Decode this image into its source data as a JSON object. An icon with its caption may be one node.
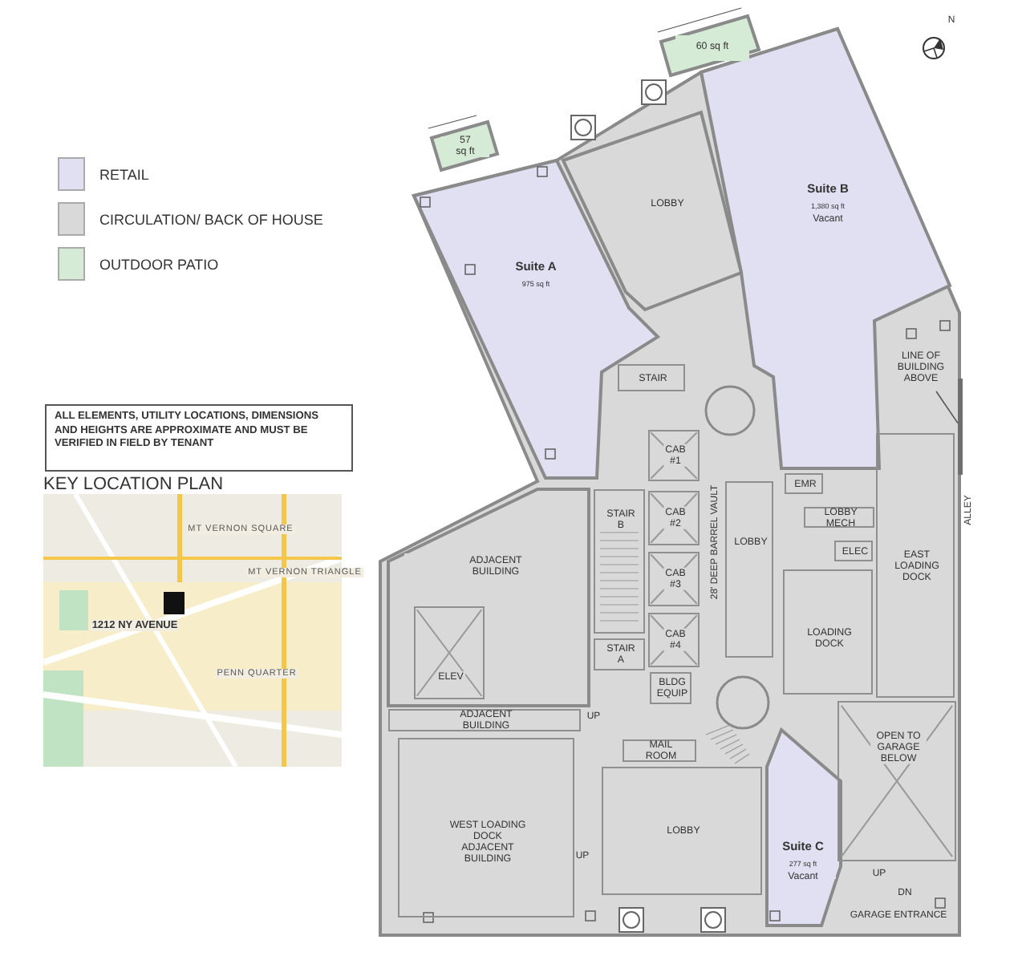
{
  "diagram": {
    "nodes": [
      {
        "text": [
          "ALL ELEMENTS, UTILITY LOCATIONS, DIMENSIONS AND HEIGHTS ARE APPROXIMATE AND MUST BE VERIFIED IN FIELD BY TENANT"
        ]
      },
      {
        "text": [
          "60 sq ft"
        ]
      },
      {
        "text": [
          "57 sq ft"
        ]
      },
      {
        "text": [
          "Suite B",
          "1,380 sq ft",
          "Vacant"
        ]
      },
      {
        "text": [
          "LOBBY"
        ]
      },
      {
        "text": [
          "Suite A",
          "975 sq ft"
        ]
      },
      {
        "text": [
          "STAIR"
        ]
      },
      {
        "text": [
          "LINE OF BUILDING ABOVE"
        ]
      },
      {
        "text": [
          "EAST LOADING DOCK"
        ]
      },
      {
        "text": [
          "CAB #1"
        ]
      },
      {
        "text": [
          "EMR"
        ]
      },
      {
        "text": [
          "STAIR B"
        ]
      },
      {
        "text": [
          "CAB #2"
        ]
      },
      {
        "text": [
          "LOBBY"
        ]
      },
      {
        "text": [
          "LOBBY MECH"
        ]
      },
      {
        "text": [
          "ELEC"
        ]
      },
      {
        "text": [
          "ADJACENT BUILDING"
        ]
      },
      {
        "text": [
          "CAB #3"
        ]
      },
      {
        "text": [
          "CAB #4"
        ]
      },
      {
        "text": [
          "LOADING DOCK"
        ]
      },
      {
        "text": [
          "STAIR A"
        ]
      },
      {
        "text": [
          "ELEV"
        ],
        "in": 16
      },
      {
        "text": [
          "BLDG EQUIP"
        ]
      },
      {
        "text": [
          "ADJACENT BUILDING"
        ]
      },
      {
        "text": [
          "OPEN TO GARAGE BELOW"
        ]
      },
      {
        "text": [
          "MAIL ROOM"
        ]
      },
      {
        "text": [
          "Suite C",
          "277 sq ft",
          "Vacant"
        ]
      },
      {
        "text": [
          "WEST LOADING DOCK ADJACENT BUILDING"
        ]
      },
      {
        "text": [
          "LOBBY"
        ]
      },
      {
        "text": [],
        "shape": "bar"
      }
    ],
    "edges": [
      {
        "from": 7,
        "to": 29,
        "arrow": "none"
      }
    ],
    "labels": [
      "N",
      "KEY LOCATION PLAN",
      "MT VERNON SQUARE",
      "MT VERNON TRIANGLE",
      "1212 NY AVENUE",
      "PENN QUARTER",
      "ALLEY",
      "28' DEEP BARREL VAULT",
      "UP",
      "UP",
      "UP",
      "DN",
      "GARAGE ENTRANCE"
    ],
    "legend": [
      {
        "text": "RETAIL",
        "color": "#e1e0f3"
      },
      {
        "text": "CIRCULATION/ BACK OF HOUSE",
        "color": "#d9d9d9"
      },
      {
        "text": "OUTDOOR PATIO",
        "color": "#d5ebd5"
      }
    ]
  }
}
